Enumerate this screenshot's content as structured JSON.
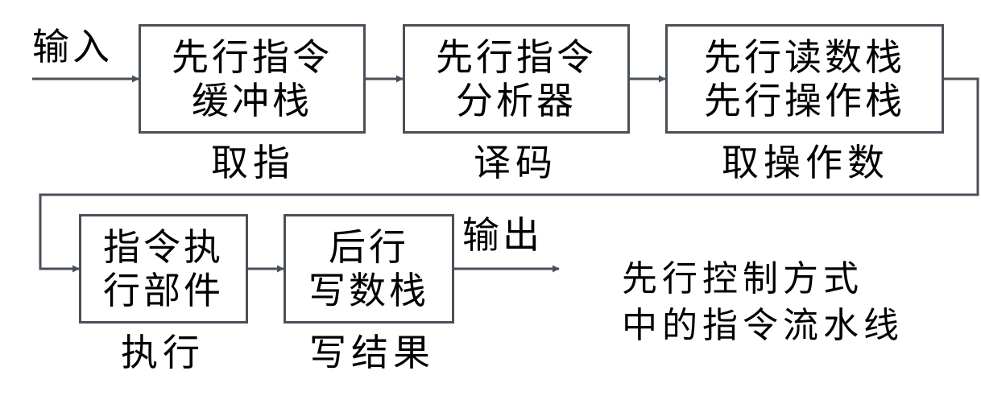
{
  "diagram": {
    "input_label": "输入",
    "output_label": "输出",
    "stages": [
      {
        "box_lines": [
          "先行指令",
          "缓冲栈"
        ],
        "label": "取指"
      },
      {
        "box_lines": [
          "先行指令",
          "分析器"
        ],
        "label": "译码"
      },
      {
        "box_lines": [
          "先行读数栈",
          "先行操作栈"
        ],
        "label": "取操作数"
      },
      {
        "box_lines": [
          "指令执",
          "行部件"
        ],
        "label": "执行"
      },
      {
        "box_lines": [
          "后行",
          "写数栈"
        ],
        "label": "写结果"
      }
    ],
    "caption_lines": [
      "先行控制方式",
      "中的指令流水线"
    ],
    "line_color": "#4a5058"
  }
}
